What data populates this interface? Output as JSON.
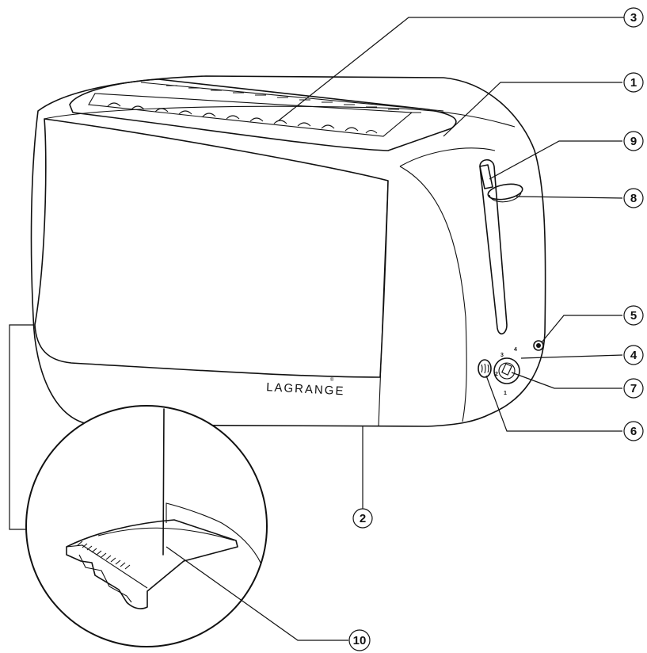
{
  "brand": {
    "name": "LAGRANGE",
    "mark": "®"
  },
  "dial_marks": [
    "1",
    "2",
    "3",
    "4"
  ],
  "callouts": [
    "1",
    "2",
    "3",
    "4",
    "5",
    "6",
    "7",
    "8",
    "9",
    "10"
  ]
}
